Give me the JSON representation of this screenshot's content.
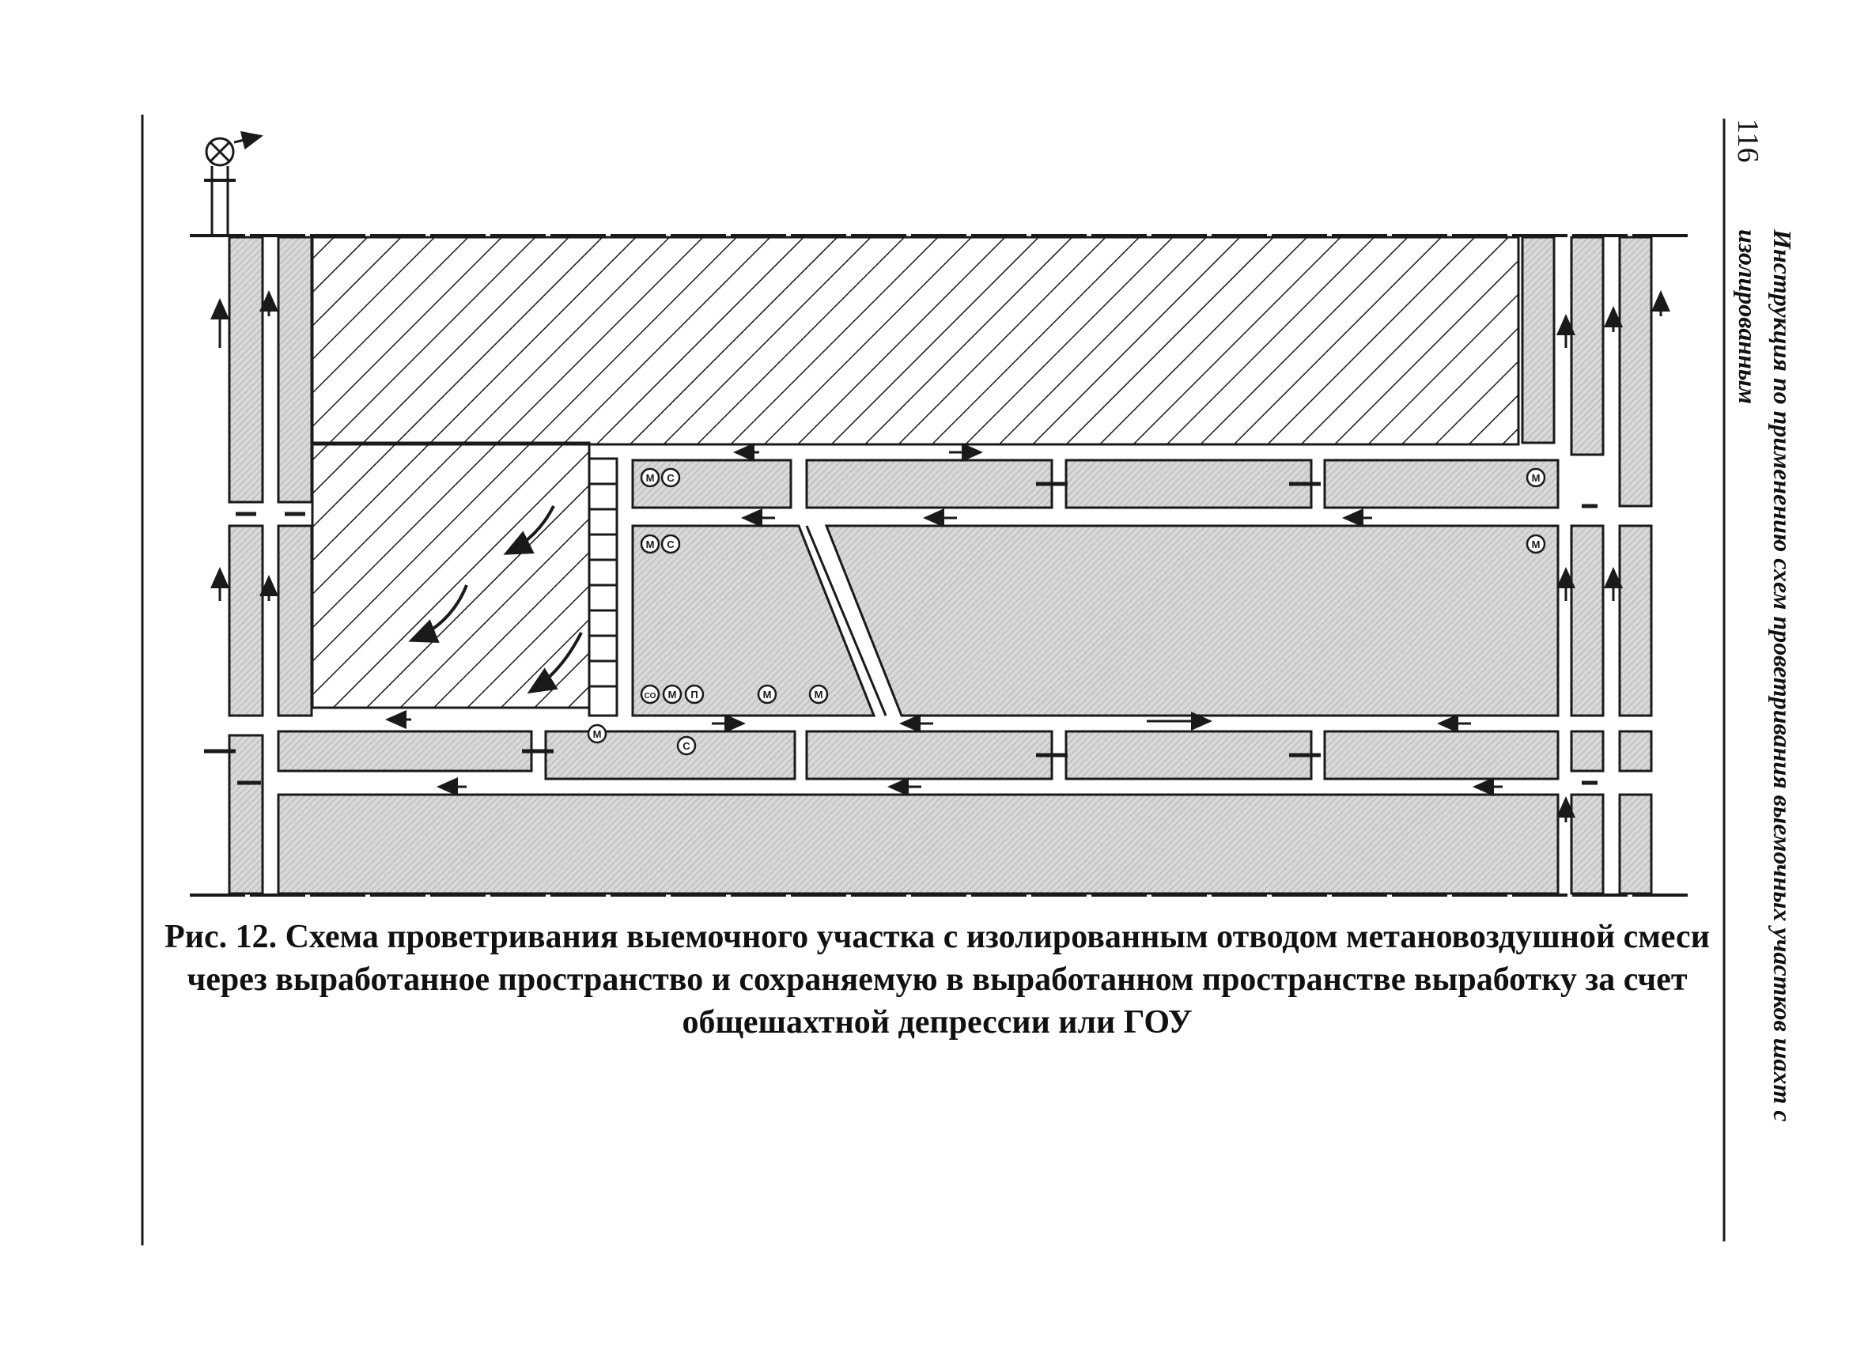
{
  "header": {
    "page_number": "116",
    "running_title": "Инструкция по применению схем проветривания выемочных участков шахт с изолированным"
  },
  "caption": {
    "label": "Рис. 12.",
    "text": " Схема проветривания выемочного участка с изолированным отводом метановоздушной смеси через выработанное пространство и сохраняемую в выработанном пространстве выработку за счет общешахтной депрессии или ГОУ"
  },
  "sensors": {
    "methane": "М",
    "co": "С",
    "co_alt": "СО",
    "dust": "П"
  },
  "colors": {
    "line": "#1a1a1a",
    "pillar_fill": "#cfcfcf",
    "background": "#ffffff"
  }
}
